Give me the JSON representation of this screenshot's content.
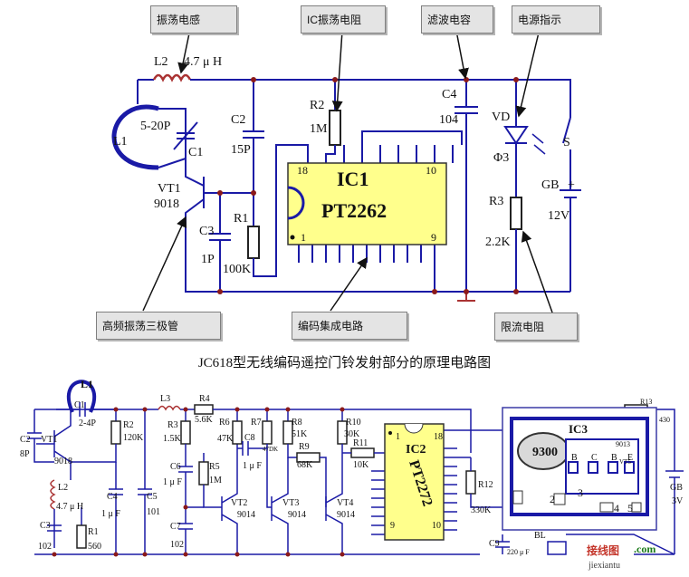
{
  "callouts": {
    "osc_inductor": "振荡电感",
    "ic_osc_resistor": "IC振荡电阻",
    "filter_cap": "滤波电容",
    "power_indicator": "电源指示",
    "hf_transistor": "高频振荡三极管",
    "encoder_ic": "编码集成电路",
    "limit_resistor": "限流电阻"
  },
  "caption": "JC618型无线编码遥控门铃发射部分的原理电路图",
  "top": {
    "L2": "L2",
    "L2v": "4.7 μ H",
    "L1": "L1",
    "C1": "C1",
    "C1v": "5-20P",
    "VT1": "VT1",
    "VT1v": "9018",
    "C2": "C2",
    "C2v": "15P",
    "C3": "C3",
    "C3v": "1P",
    "R1": "R1",
    "R1v": "100K",
    "R2": "R2",
    "R2v": "1M",
    "IC1": "IC1",
    "IC1v": "PT2262",
    "pin18": "18",
    "pin10": "10",
    "pin1": "1",
    "pin9": "9",
    "C4": "C4",
    "C4v": "104",
    "VD": "VD",
    "VDv": "Φ3",
    "R3": "R3",
    "R3v": "2.2K",
    "S": "S",
    "GB": "GB",
    "GBv": "12V",
    "plus": "+"
  },
  "bottom": {
    "L1": "L1",
    "C1": "C1",
    "C1v": "2-4P",
    "C2": "C2",
    "C2v": "8P",
    "VT1": "VT1",
    "VT1v": "9018",
    "R2": "R2",
    "R2v": "120K",
    "L2": "L2",
    "L2v": "4.7 μ H",
    "C3": "C3",
    "C3v": "102",
    "R1": "R1",
    "R1v": "560",
    "C4": "C4",
    "C4v": "1 μ F",
    "C5": "C5",
    "C5v": "101",
    "L3": "L3",
    "R4": "R4",
    "R4v": "5.6K",
    "R3": "R3",
    "R3v": "1.5K",
    "C6": "C6",
    "C6v": "1 μ F",
    "R5": "R5",
    "R5v": "1M",
    "C7": "C7",
    "C7v": "102",
    "R6": "R6",
    "R6v": "47K",
    "C8": "C8",
    "C8v": "1 μ F",
    "VT2": "VT2",
    "VT2v": "9014",
    "R7": "R7",
    "R7v": "47DK",
    "R8": "R8",
    "R8v": "51K",
    "R9": "R9",
    "R9v": "68K",
    "VT3": "VT3",
    "VT3v": "9014",
    "R10": "R10",
    "R10v": "30K",
    "R11": "R11",
    "R11v": "10K",
    "VT4": "VT4",
    "VT4v": "9014",
    "IC2": "IC2",
    "IC2v": "PT2272",
    "pin1": "1",
    "pin18": "18",
    "pin9": "9",
    "pin10": "10",
    "R12": "R12",
    "R12v": "330K",
    "C9": "C9",
    "C9v": "220 μ F",
    "IC3": "IC3",
    "IC3v": "9300",
    "t9013": "9013",
    "VT5": "VT5",
    "B": "B",
    "C": "C",
    "E": "E",
    "p2": "2",
    "p3": "3",
    "p4": "4",
    "p5": "5",
    "R13": "R13",
    "R13v": "430",
    "GB": "GB",
    "GBv": "3V",
    "BL": "BL",
    "wm1": "接线图",
    "wm2": "jiexiantu",
    "wm3": ".com"
  }
}
